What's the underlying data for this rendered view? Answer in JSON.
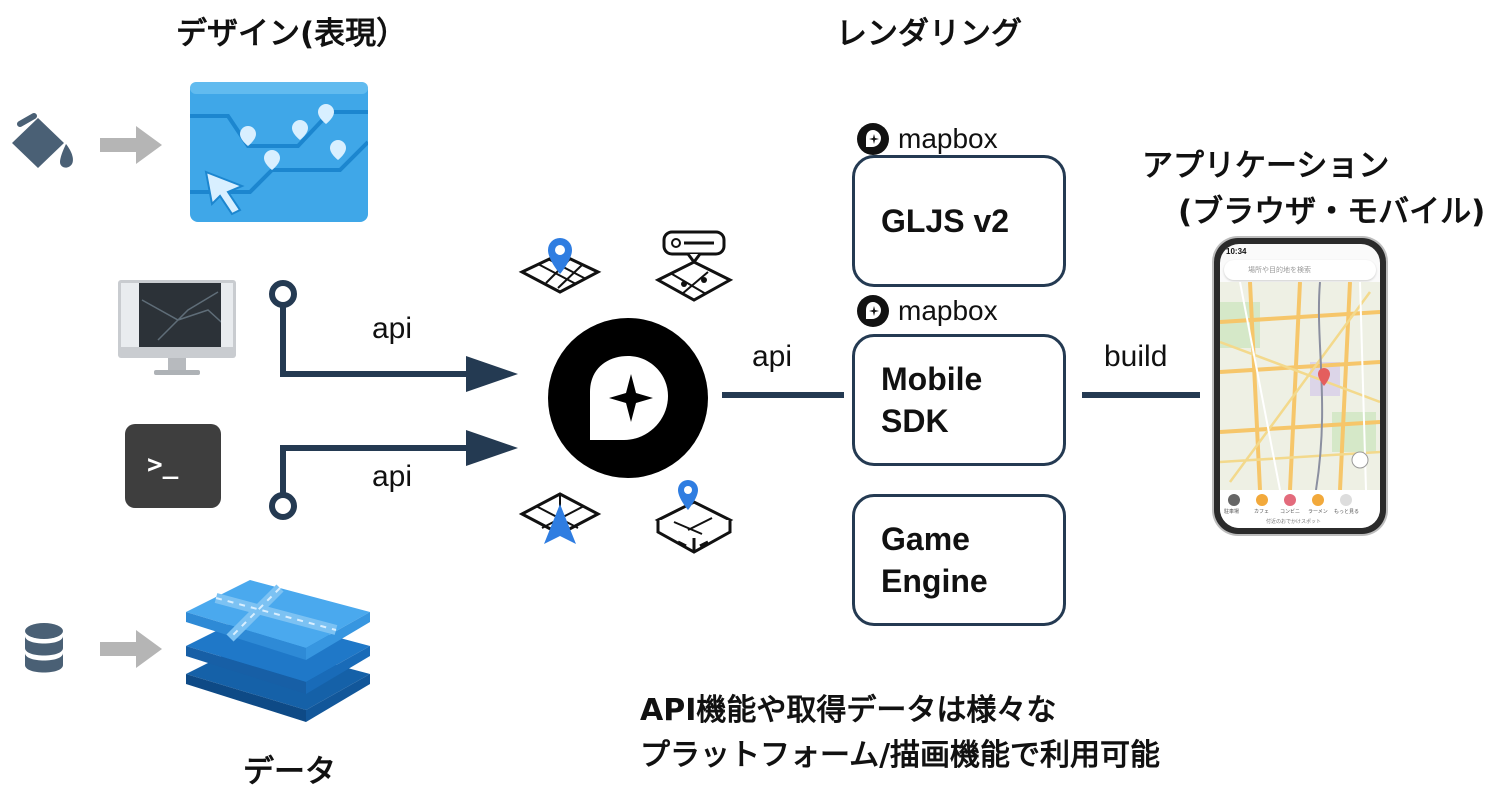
{
  "headings": {
    "design": "デザイン(表現）",
    "rendering": "レンダリング",
    "data": "データ",
    "application_line1": "アプリケーション",
    "application_line2": "(ブラウザ・モバイル)"
  },
  "connectors": {
    "api_top": "api",
    "api_bottom": "api",
    "api_center": "api",
    "build": "build"
  },
  "renderers": [
    {
      "brand": "mapbox",
      "line1": "GLJS v2",
      "line2": ""
    },
    {
      "brand": "mapbox",
      "line1": "Mobile",
      "line2": "SDK"
    },
    {
      "brand": "",
      "line1": "Game",
      "line2": "Engine"
    }
  ],
  "terminal_prompt": ">_",
  "footer": {
    "line1": "API機能や取得データは様々な",
    "line2": "プラットフォーム/描画機能で利用可能"
  },
  "phone": {
    "time": "10:34",
    "search_placeholder": "場所や目的地を検索",
    "bottom_items": [
      "駐車場",
      "カフェ",
      "コンビニ",
      "ラーメン",
      "もっと見る"
    ],
    "footer_text": "付近のおでかけスポット"
  },
  "colors": {
    "navy": "#243a52",
    "paint_icon": "#4a6075",
    "grey_arrow": "#b5b5b5",
    "design_blue": "#3fa7e8",
    "data_blue": "#1f78c8",
    "pin_blue": "#2f7de1"
  }
}
